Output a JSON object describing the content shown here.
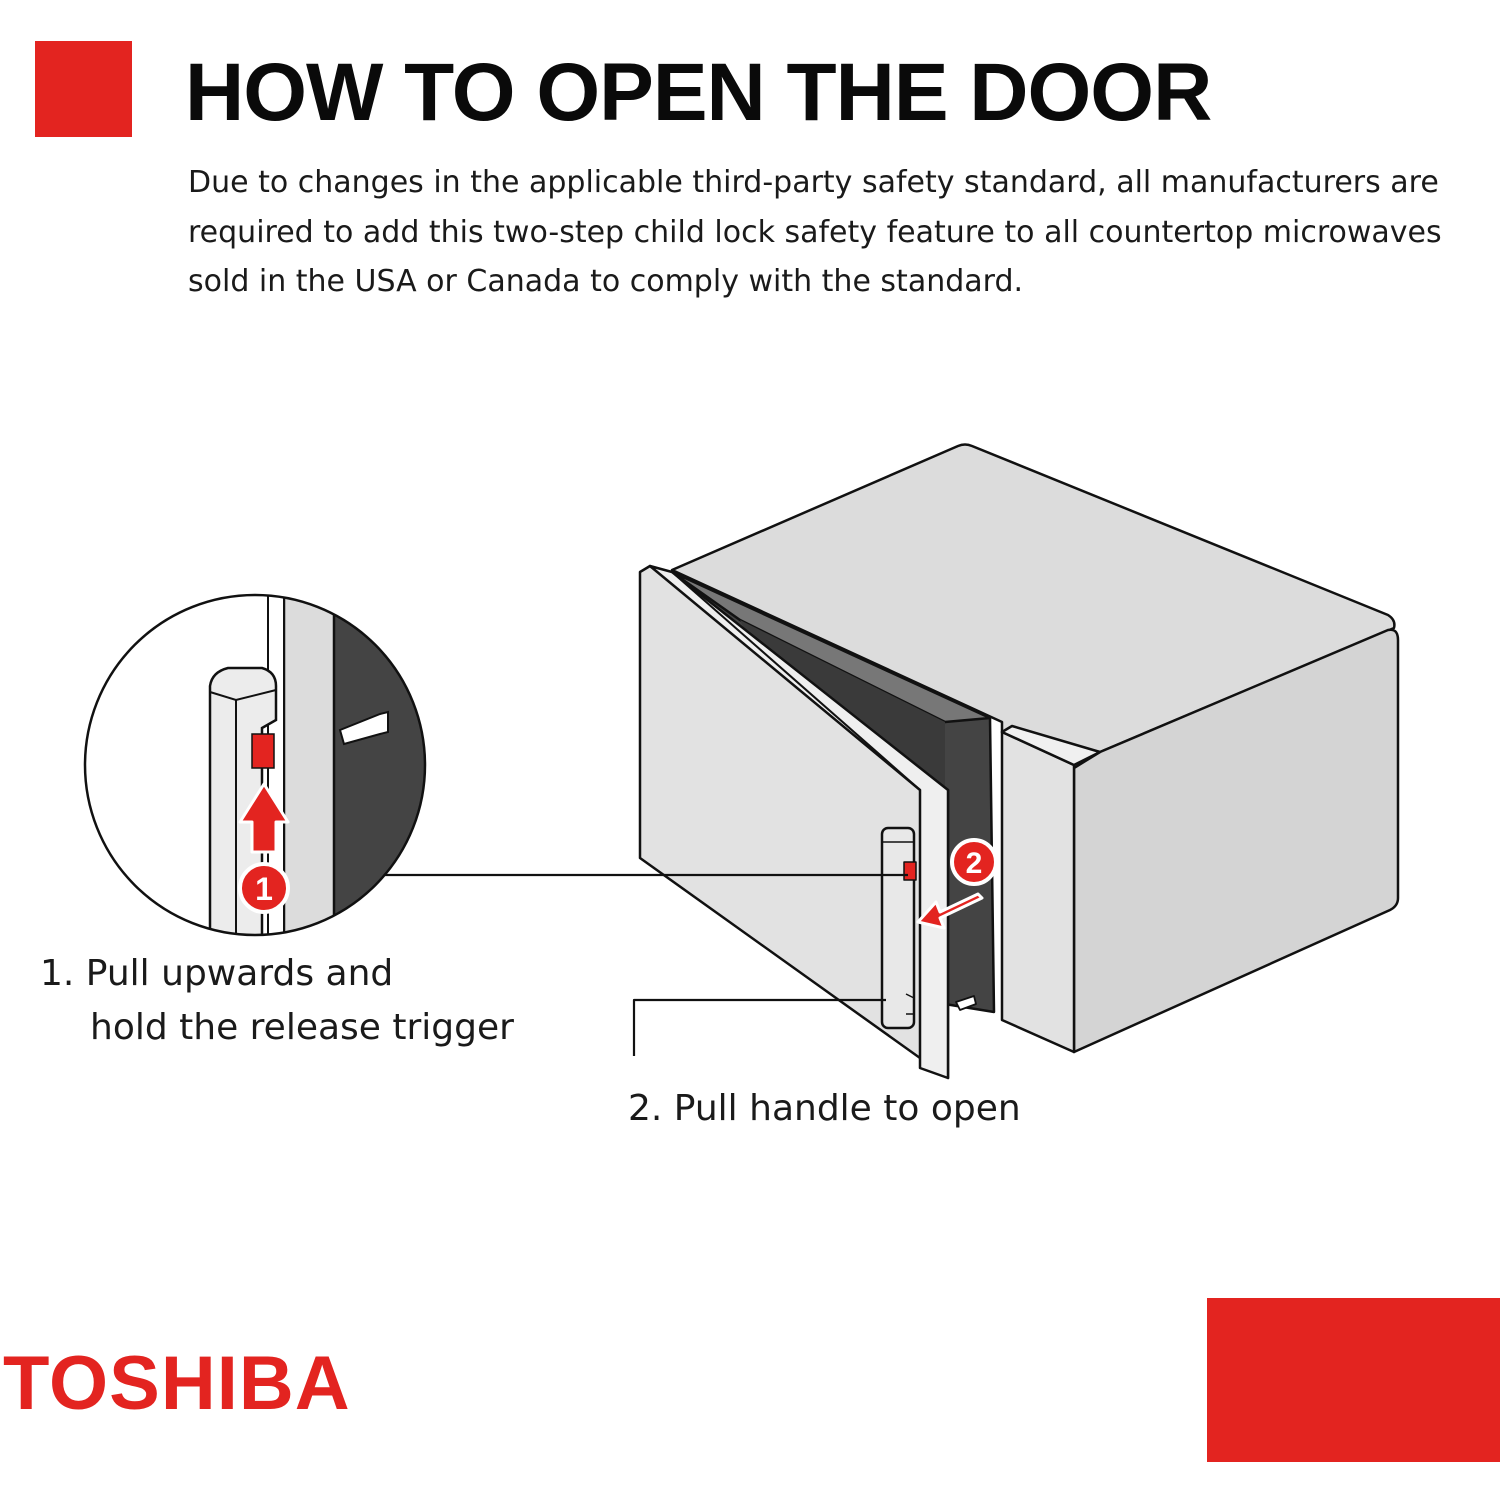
{
  "header": {
    "title": "HOW TO OPEN THE DOOR",
    "intro": "Due to changes in the applicable third-party safety standard, all manufacturers are required to add this two-step child lock safety feature to all countertop microwaves sold in the USA or Canada to comply with the standard."
  },
  "illustration": {
    "step_markers": [
      "1",
      "2"
    ]
  },
  "steps": {
    "step1_line1": "1. Pull upwards and",
    "step1_line2": "hold the release trigger",
    "step2": "2. Pull handle to open"
  },
  "brand": {
    "name": "TOSHIBA"
  },
  "colors": {
    "accent": "#e32420",
    "text": "#111111",
    "appliance": "#dcdcdc",
    "cavity": "#444444"
  }
}
